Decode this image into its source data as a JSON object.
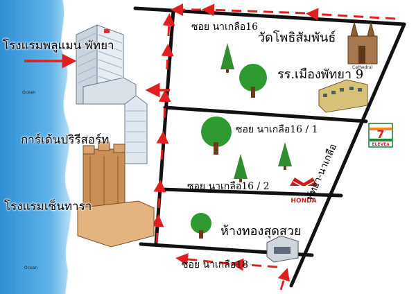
{
  "map": {
    "labels": {
      "hotel_pullman": "โรงแรมพลูแมน พัทยา",
      "garden_resort": "การ์เด้นปริรีสอร์ท",
      "hotel_centara": "โรงแรมเซ็นทารา",
      "ocean_top": "Ocean",
      "ocean_bottom": "Ocean",
      "soi_16": "ซอย นาเกลือ16",
      "soi_16_1": "ซอย นาเกลือ16 / 1",
      "soi_16_2": "ซอย นาเกลือ16 / 2",
      "soi_18": "ซอย นาเกลือ18",
      "temple": "วัดโพธิสัมพันธ์",
      "cathedral": "Cathedral",
      "school": "รร.เมืองพัทยา 9",
      "gold_shop": "ห้างทองสุดสวย",
      "main_road": "พัทยา-นาเกลือ",
      "seven_eleven": "7",
      "seven_eleven_sub": "ELEVEn",
      "honda": "HONDA"
    },
    "colors": {
      "sea": "#3c9ad8",
      "road": "#111111",
      "route_arrow": "#e02020",
      "label_blue": "#1d3f9e",
      "tree": "#2f8f2f"
    }
  }
}
